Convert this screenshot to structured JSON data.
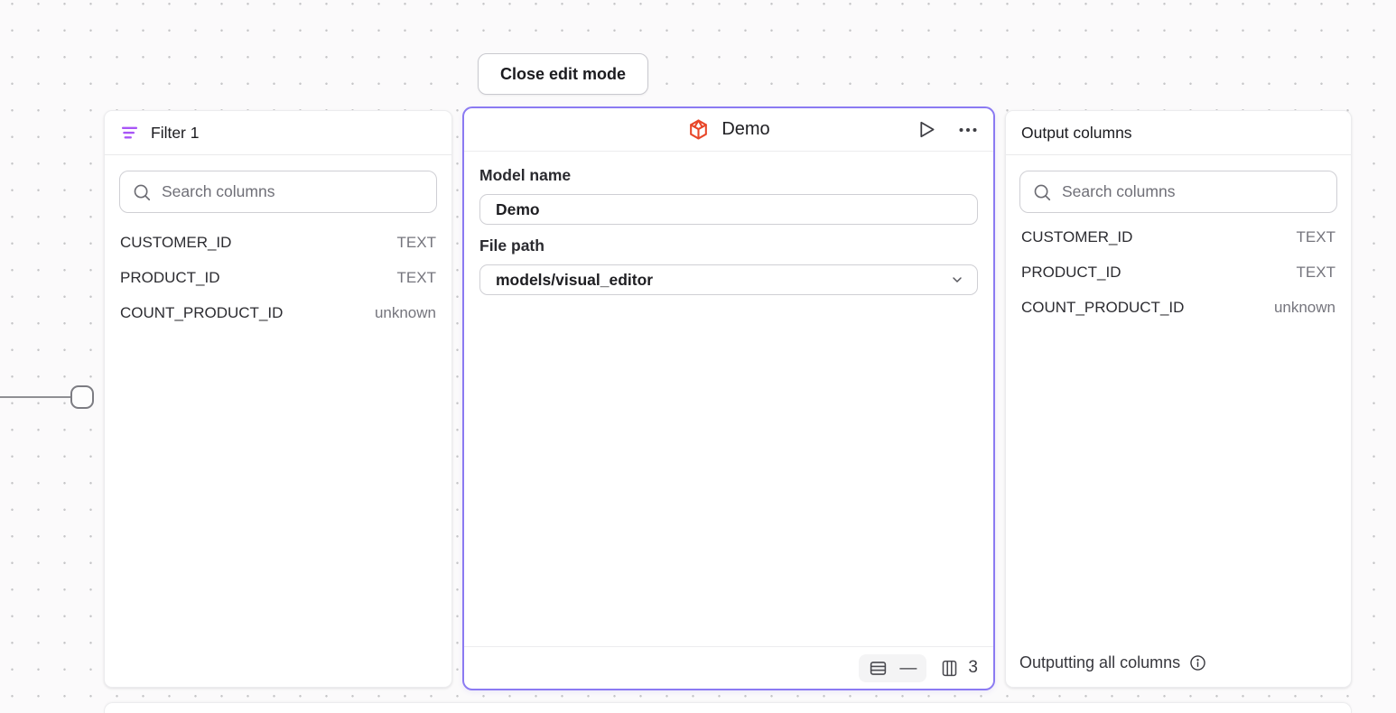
{
  "canvas": {
    "close_button_label": "Close edit mode"
  },
  "colors": {
    "panel_accent_border": "#8b7af2",
    "filter_icon_purple": "#a855f7",
    "model_icon_orange": "#e8472a",
    "background": "#fbfafb"
  },
  "icons": {
    "filter_icon": "filter-lines",
    "model_icon": "cube",
    "run_icon": "play-outline",
    "more_icon": "horizontal-ellipsis",
    "search_icon": "magnifier",
    "chevron_icon": "chevron-down",
    "rows_icon": "table-rows",
    "columns_icon": "table-columns",
    "info_icon": "circled-i"
  },
  "filter_panel": {
    "title": "Filter 1",
    "search_placeholder": "Search columns",
    "columns": [
      {
        "name": "CUSTOMER_ID",
        "type": "TEXT"
      },
      {
        "name": "PRODUCT_ID",
        "type": "TEXT"
      },
      {
        "name": "COUNT_PRODUCT_ID",
        "type": "unknown"
      }
    ]
  },
  "model_panel": {
    "title": "Demo",
    "model_name_label": "Model name",
    "model_name_value": "Demo",
    "file_path_label": "File path",
    "file_path_value": "models/visual_editor",
    "footer": {
      "row_count": "—",
      "column_count": "3"
    }
  },
  "output_panel": {
    "title": "Output columns",
    "search_placeholder": "Search columns",
    "columns": [
      {
        "name": "CUSTOMER_ID",
        "type": "TEXT"
      },
      {
        "name": "PRODUCT_ID",
        "type": "TEXT"
      },
      {
        "name": "COUNT_PRODUCT_ID",
        "type": "unknown"
      }
    ],
    "footer_text": "Outputting all columns"
  }
}
